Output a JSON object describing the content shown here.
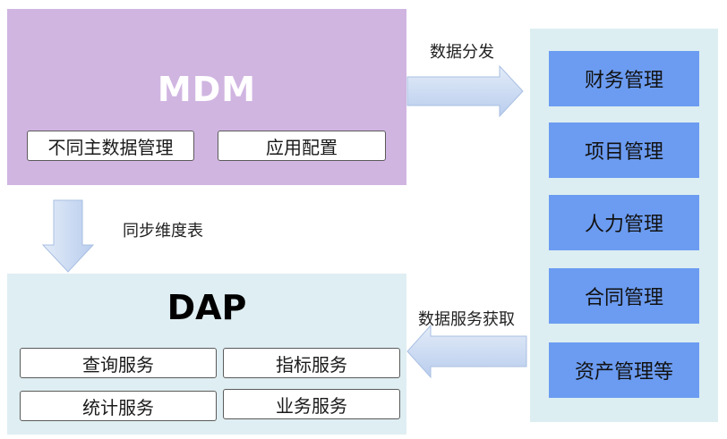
{
  "mdm": {
    "title": "MDM",
    "items": [
      "不同主数据管理",
      "应用配置"
    ]
  },
  "dap": {
    "title": "DAP",
    "services": [
      "查询服务",
      "指标服务",
      "统计服务",
      "业务服务"
    ]
  },
  "systems": [
    "财务管理",
    "项目管理",
    "人力管理",
    "合同管理",
    "资产管理等"
  ],
  "flows": {
    "distribute": "数据分发",
    "sync": "同步维度表",
    "fetch": "数据服务获取"
  },
  "colors": {
    "mdm_fill": "#d0b5e1",
    "dap_fill": "#dfeef2",
    "panel_fill": "#dceef2",
    "system_fill": "#6c9cf1",
    "arrow_fill": "#c9d9f2"
  }
}
